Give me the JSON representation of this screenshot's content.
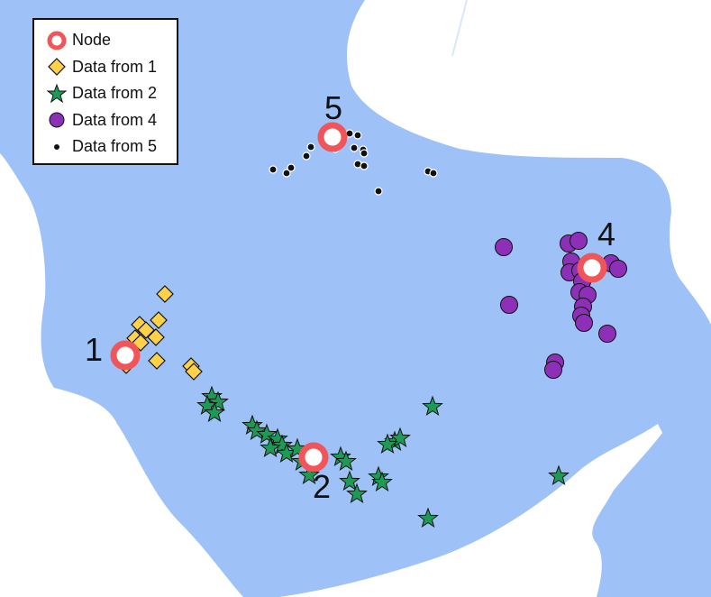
{
  "legend": {
    "items": [
      {
        "key": "node",
        "label": "Node",
        "symbol": "ring-icon",
        "color": "#F0555A"
      },
      {
        "key": "d1",
        "label": "Data from 1",
        "symbol": "diamond-icon",
        "color": "#FFD24A"
      },
      {
        "key": "d2",
        "label": "Data from 2",
        "symbol": "star-icon",
        "color": "#1E9A57"
      },
      {
        "key": "d4",
        "label": "Data from 4",
        "symbol": "circle-icon",
        "color": "#8E2FB8"
      },
      {
        "key": "d5",
        "label": "Data from 5",
        "symbol": "dot-icon",
        "color": "#111111"
      }
    ]
  },
  "colors": {
    "water": "#9EC2F7",
    "land": "#FFFFFF",
    "ring": "#F0555A",
    "diamond": "#FFD24A",
    "star": "#1E9A57",
    "circle": "#8E2FB8",
    "dot": "#111111"
  },
  "nodes": [
    {
      "label": "1"
    },
    {
      "label": "2"
    },
    {
      "label": "4"
    },
    {
      "label": "5"
    }
  ]
}
